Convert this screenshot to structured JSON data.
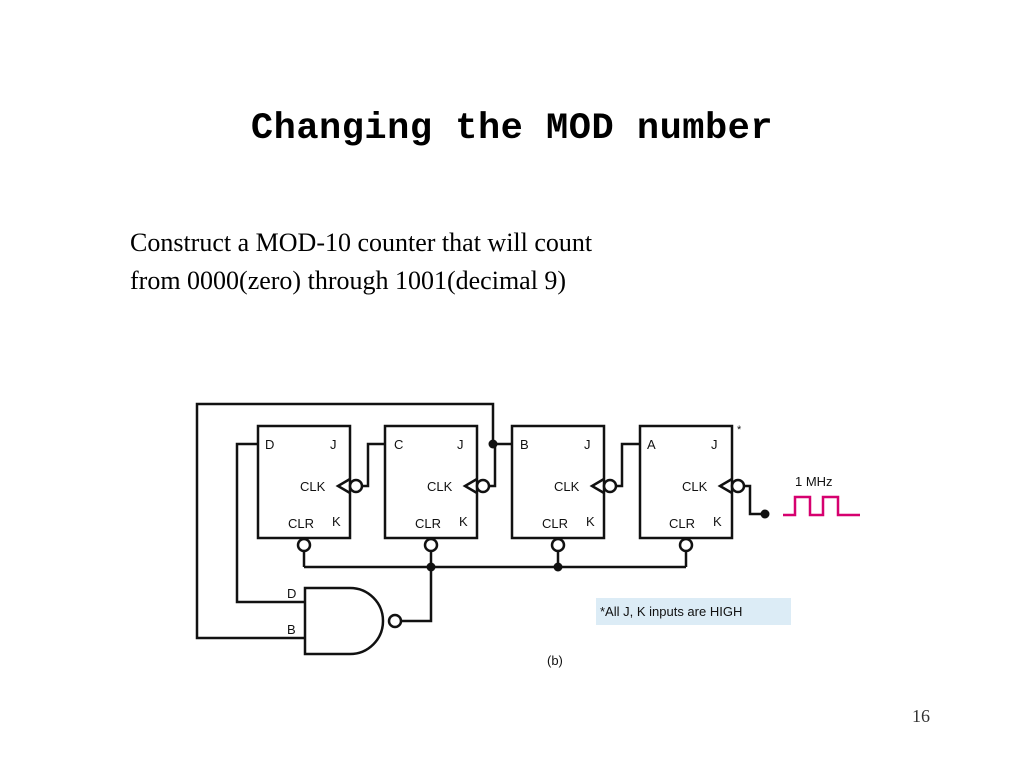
{
  "slide": {
    "title": "Changing the MOD number",
    "body_lines": [
      "Construct a MOD-10 counter that will count",
      "from 0000(zero) through 1001(decimal 9)"
    ],
    "page_number": "16"
  },
  "diagram": {
    "flip_flops": [
      {
        "name": "D",
        "j": "J",
        "clk": "CLK",
        "clr": "CLR",
        "k": "K"
      },
      {
        "name": "C",
        "j": "J",
        "clk": "CLK",
        "clr": "CLR",
        "k": "K"
      },
      {
        "name": "B",
        "j": "J",
        "clk": "CLK",
        "clr": "CLR",
        "k": "K"
      },
      {
        "name": "A",
        "j": "J",
        "clk": "CLK",
        "clr": "CLR",
        "k": "K"
      }
    ],
    "nand_inputs": [
      "D",
      "B"
    ],
    "clock_label": "1 MHz",
    "asterisk": "*",
    "note": "*All J, K inputs are HIGH",
    "caption": "(b)",
    "colors": {
      "wire": "#111111",
      "clock_signal": "#d6006f",
      "note_bg": "#dcecf6"
    }
  }
}
